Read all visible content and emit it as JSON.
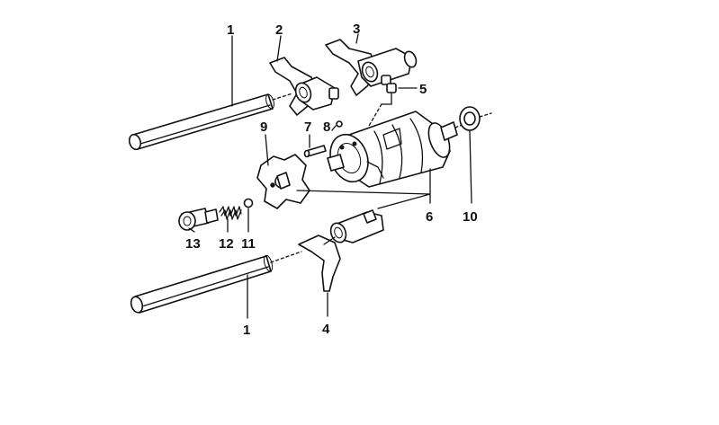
{
  "callouts": [
    {
      "id": "c1a",
      "name": "callout-1-upper-rod",
      "text": "1"
    },
    {
      "id": "c2",
      "name": "callout-2-fork",
      "text": "2"
    },
    {
      "id": "c3",
      "name": "callout-3-fork",
      "text": "3"
    },
    {
      "id": "c5",
      "name": "callout-5-pin",
      "text": "5"
    },
    {
      "id": "c9",
      "name": "callout-9-star-plate",
      "text": "9"
    },
    {
      "id": "c7",
      "name": "callout-7-dowel",
      "text": "7"
    },
    {
      "id": "c8",
      "name": "callout-8-small-pin",
      "text": "8"
    },
    {
      "id": "c6",
      "name": "callout-6-shift-drum",
      "text": "6"
    },
    {
      "id": "c10",
      "name": "callout-10-bearing",
      "text": "10"
    },
    {
      "id": "c13",
      "name": "callout-13-screw",
      "text": "13"
    },
    {
      "id": "c12",
      "name": "callout-12-spring",
      "text": "12"
    },
    {
      "id": "c11",
      "name": "callout-11-ball",
      "text": "11"
    },
    {
      "id": "c1b",
      "name": "callout-1-lower-rod",
      "text": "1"
    },
    {
      "id": "c4",
      "name": "callout-4-fork",
      "text": "4"
    }
  ]
}
